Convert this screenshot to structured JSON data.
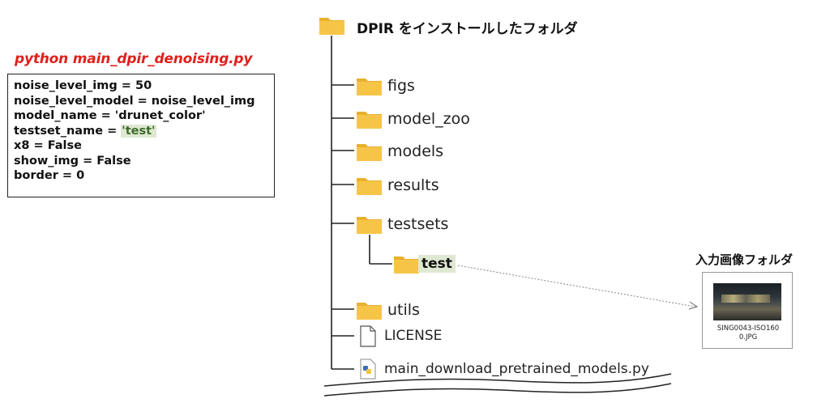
{
  "command": "python main_dpir_denoising.py",
  "code_lines": [
    {
      "pre": "noise_level_img = 50",
      "hl": "",
      "post": ""
    },
    {
      "pre": "noise_level_model = noise_level_img",
      "hl": "",
      "post": ""
    },
    {
      "pre": "model_name = 'drunet_color'",
      "hl": "",
      "post": ""
    },
    {
      "pre": "testset_name = ",
      "hl": "'test'",
      "post": ""
    },
    {
      "pre": "x8 = False",
      "hl": "",
      "post": ""
    },
    {
      "pre": "show_img = False",
      "hl": "",
      "post": ""
    },
    {
      "pre": "border = 0",
      "hl": "",
      "post": ""
    }
  ],
  "tree": {
    "root": "DPIR をインストールしたフォルダ",
    "folders": [
      "figs",
      "model_zoo",
      "models",
      "results",
      "testsets"
    ],
    "subfolder": "test",
    "folders_after": [
      "utils"
    ],
    "files": [
      "LICENSE",
      "main_download_pretrained_models.py"
    ]
  },
  "input_folder": {
    "title": "入力画像フォルダ",
    "file_line1": "SING0043-ISO160",
    "file_line2": "0.JPG"
  },
  "colors": {
    "command_red": "#e0201b",
    "folder_yellow": "#f3c03d",
    "highlight_green": "#dfe8d2",
    "highlight_text": "#3d6b2a"
  },
  "icons": {
    "folder": "folder-icon",
    "file": "file-icon",
    "python_file": "python-file-icon",
    "image": "image-thumbnail"
  }
}
